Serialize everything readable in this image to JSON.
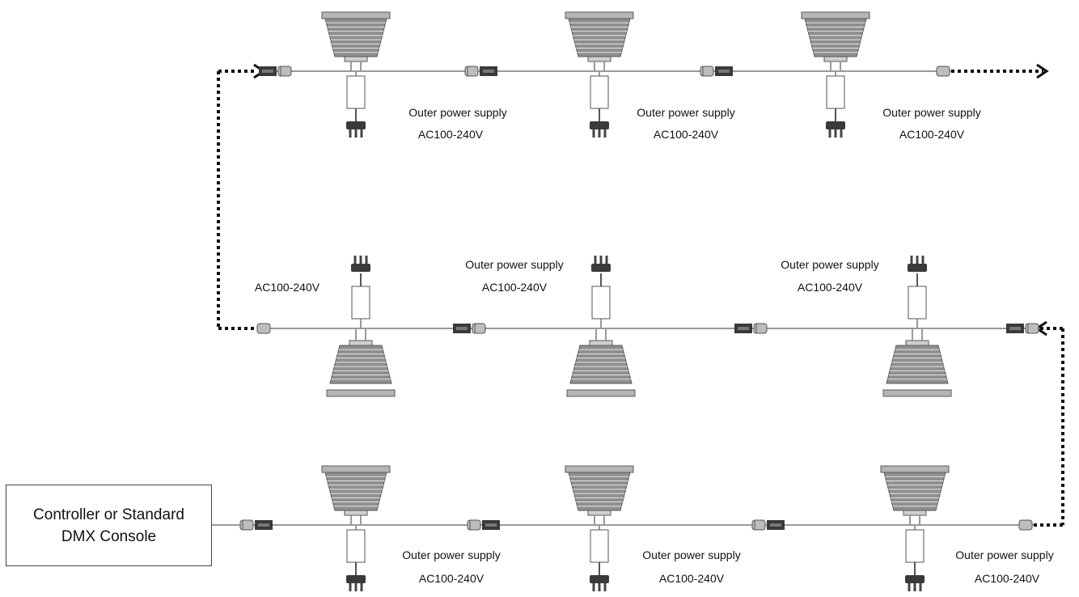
{
  "controller": {
    "line1": "Controller or Standard",
    "line2": "DMX Console"
  },
  "labels": {
    "outer_power_supply": "Outer power supply",
    "voltage": "AC100-240V"
  },
  "colors": {
    "wire": "#9a9a9a",
    "fixture_body": "#8f8f8f",
    "fixture_dark": "#5a5a5a",
    "connector_dark": "#3a3a3a",
    "connector_light": "#bdbdbd",
    "dotted_link": "#111111"
  },
  "rows": [
    {
      "name": "row-1",
      "fixtures": [
        {
          "power_label": "Outer power supply",
          "voltage_label": "AC100-240V"
        },
        {
          "power_label": "Outer power supply",
          "voltage_label": "AC100-240V"
        },
        {
          "power_label": "Outer power supply",
          "voltage_label": "AC100-240V"
        }
      ]
    },
    {
      "name": "row-2",
      "fixtures": [
        {
          "power_label": "",
          "voltage_label": "AC100-240V"
        },
        {
          "power_label": "Outer power supply",
          "voltage_label": "AC100-240V"
        },
        {
          "power_label": "Outer power supply",
          "voltage_label": "AC100-240V"
        }
      ]
    },
    {
      "name": "row-3",
      "fixtures": [
        {
          "power_label": "Outer power supply",
          "voltage_label": "AC100-240V"
        },
        {
          "power_label": "Outer power supply",
          "voltage_label": "AC100-240V"
        },
        {
          "power_label": "Outer power supply",
          "voltage_label": "AC100-240V"
        }
      ]
    }
  ]
}
